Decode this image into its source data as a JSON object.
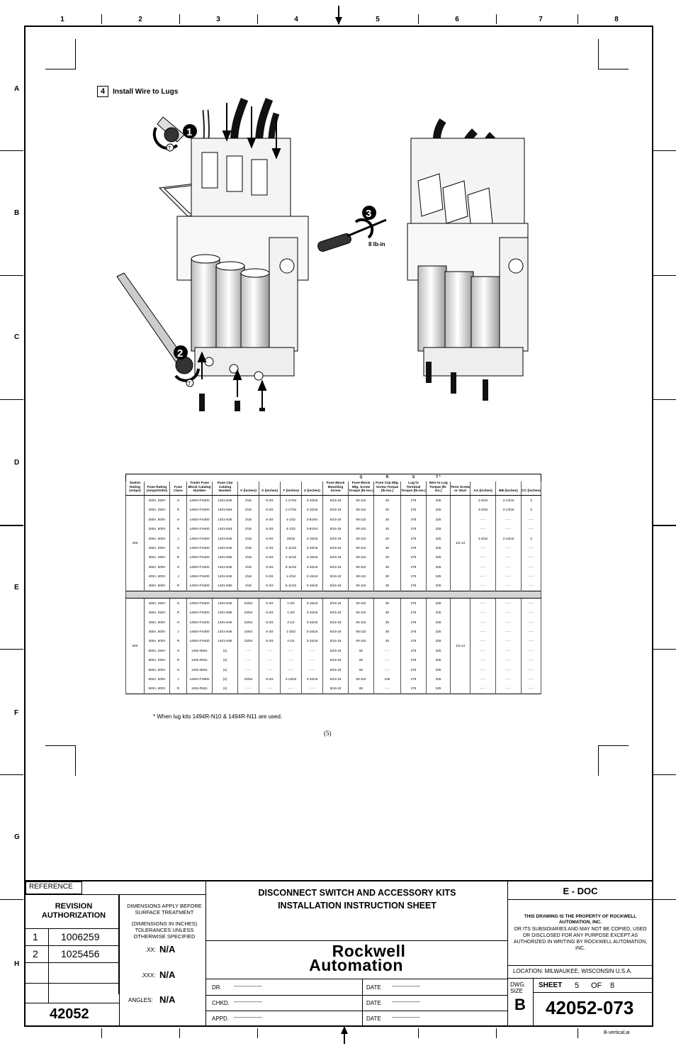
{
  "grid": {
    "columns": [
      "1",
      "2",
      "3",
      "4",
      "5",
      "6",
      "7",
      "8"
    ],
    "rows": [
      "A",
      "B",
      "C",
      "D",
      "E",
      "F",
      "G",
      "H"
    ]
  },
  "step": {
    "number": "4",
    "title": "Install Wire to Lugs",
    "callouts": [
      "1",
      "2",
      "3"
    ],
    "torque_label": "8 lb-in",
    "tool_marker": "T"
  },
  "table": {
    "letter_row": [
      "",
      "",
      "",
      "",
      "",
      "",
      "",
      "",
      "",
      "",
      "Q",
      "R",
      "S",
      "T *",
      "",
      "",
      "",
      ""
    ],
    "headers": [
      "Switch Rating (Amps)",
      "Fuse Rating (Amps/Volts)",
      "Fuse Class",
      "Trailer Fuse Block Catalog Number",
      "Fuse Clip Catalog Number",
      "V (inches)",
      "X (inches)",
      "Y (inches)",
      "Z (inches)",
      "Fuse Block Mounting Screw",
      "Fuse Block Mtg. Screw Torque (lb-ins.)",
      "Fuse Clip Mtg. Screw Torque (lb-ins.)",
      "Lug to Terminal Torque (lb-ins.)",
      "Wire to Lug Torque (lb-ins.)",
      "Term Screw or Stud",
      "AA (inches)",
      "BB (inches)",
      "CC (inches)"
    ],
    "group1": {
      "switch_rating": "400",
      "term_screw": "1/2-13",
      "rows": [
        [
          "200A, 250V",
          "H",
          "1494V-FS400",
          "1401-N45",
          "3/16",
          "6-3/4",
          "1-17/32",
          "3-15/16",
          "5/16-18",
          "90-110",
          "20",
          "275",
          "325",
          "3-3/16",
          "2-13/16",
          "3"
        ],
        [
          "200A, 250V",
          "R",
          "1494V-FS400",
          "1401-N54",
          "3/16",
          "6-3/4",
          "1-17/32",
          "3-15/16",
          "5/16-18",
          "90-110",
          "20",
          "275",
          "325",
          "3-3/16",
          "2-13/16",
          "3"
        ],
        [
          "200A, 600V",
          "H",
          "1494V-FS400",
          "1401-N45",
          "3/16",
          "6-3/4",
          "4-1/32",
          "3-61/64",
          "5/16-18",
          "90-110",
          "20",
          "275",
          "325",
          "- - -",
          "- - -",
          "- - -"
        ],
        [
          "200A, 600V",
          "R",
          "1494V-FS400",
          "1401-N54",
          "3/16",
          "6-3/4",
          "4-1/32",
          "3-61/64",
          "5/16-18",
          "90-110",
          "20",
          "275",
          "325",
          "- - -",
          "- - -",
          "- - -"
        ],
        [
          "200A, 600V",
          "J",
          "1494V-FS400",
          "1401-N45",
          "3/16",
          "6-3/4",
          "29/32",
          "3-15/16",
          "5/16-18",
          "90-110",
          "20",
          "275",
          "325",
          "3-3/16",
          "2-13/16",
          "3"
        ],
        [
          "400A, 250V",
          "H",
          "1494V-FS400",
          "1401-N46",
          "3/16",
          "6-3/4",
          "2-11/16",
          "3-15/16",
          "5/16-18",
          "90-110",
          "30",
          "275",
          "325",
          "- - -",
          "- - -",
          "- - -"
        ],
        [
          "400A, 250V",
          "R",
          "1494V-FS400",
          "1401-N55",
          "3/16",
          "6-3/4",
          "2-11/16",
          "3-15/16",
          "5/16-18",
          "90-110",
          "30",
          "275",
          "325",
          "- - -",
          "- - -",
          "- - -"
        ],
        [
          "400A, 600V",
          "H",
          "1494V-FS400",
          "1401-N46",
          "3/16",
          "6-3/4",
          "5-11/16",
          "3-15/16",
          "5/16-18",
          "90-110",
          "30",
          "275",
          "325",
          "- - -",
          "- - -",
          "- - -"
        ],
        [
          "400A, 600V",
          "J",
          "1494V-FS400",
          "1401-N46",
          "3/16",
          "6-3/4",
          "1-3/16",
          "3-15/16",
          "5/16-18",
          "90-110",
          "30",
          "275",
          "325",
          "- - -",
          "- - -",
          "- - -"
        ],
        [
          "400A, 600V",
          "R",
          "1494V-FS400",
          "1401-N55",
          "3/16",
          "6-3/4",
          "5-11/16",
          "3-15/16",
          "5/16-18",
          "90-110",
          "30",
          "275",
          "325",
          "- - -",
          "- - -",
          "- - -"
        ]
      ]
    },
    "group2": {
      "switch_rating": "600",
      "term_screw": "1/2-13",
      "rows": [
        [
          "400A, 250V",
          "H",
          "1494V-FS400",
          "1401-N46",
          "23/64",
          "6-3/4",
          "1-3/4",
          "3-15/16",
          "5/16-18",
          "90-110",
          "30",
          "275",
          "325",
          "- - -",
          "- - -",
          "- - -"
        ],
        [
          "400A, 250V",
          "R",
          "1494V-FS400",
          "1401-N55",
          "23/64",
          "6-3/4",
          "1-3/4",
          "3-15/16",
          "5/16-18",
          "90-110",
          "30",
          "275",
          "325",
          "- - -",
          "- - -",
          "- - -"
        ],
        [
          "400A, 600V",
          "H",
          "1494V-FS400",
          "1401-N46",
          "23/64",
          "6-3/4",
          "4-1/4",
          "3-15/16",
          "5/16-18",
          "90-110",
          "30",
          "275",
          "325",
          "- - -",
          "- - -",
          "- - -"
        ],
        [
          "400A, 600V",
          "J",
          "1494V-FS400",
          "1401-N46",
          "23/64",
          "6-3/4",
          "1-3/32",
          "3-15/16",
          "5/16-18",
          "90-110",
          "30",
          "275",
          "325",
          "- - -",
          "- - -",
          "- - -"
        ],
        [
          "400A, 600V",
          "R",
          "1494V-FS400",
          "1401-N55",
          "23/64",
          "6-3/4",
          "4-1/4",
          "3-15/16",
          "5/16-18",
          "90-110",
          "30",
          "275",
          "325",
          "- - -",
          "- - -",
          "- - -"
        ],
        [
          "600A, 250V",
          "H",
          "1491-N621",
          "(1)",
          "- - -",
          "- - -",
          "- - -",
          "- - -",
          "5/16-18",
          "60",
          "- - -",
          "275",
          "325",
          "- - -",
          "- - -",
          "- - -"
        ],
        [
          "600A, 250V",
          "R",
          "1491-R621",
          "(1)",
          "- - -",
          "- - -",
          "- - -",
          "- - -",
          "5/16-18",
          "60",
          "- - -",
          "275",
          "325",
          "- - -",
          "- - -",
          "- - -"
        ],
        [
          "600A, 600V",
          "H",
          "1491-N621",
          "(1)",
          "- - -",
          "- - -",
          "- - -",
          "- - -",
          "5/16-18",
          "60",
          "- - -",
          "275",
          "325",
          "- - -",
          "- - -",
          "- - -"
        ],
        [
          "600A, 600V",
          "J",
          "1494V-FS600",
          "(2)",
          "23/64",
          "6-3/4",
          "4-13/32",
          "3-15/16",
          "5/16-18",
          "90-110",
          "225",
          "275",
          "325",
          "- - -",
          "- - -",
          "- - -"
        ],
        [
          "600A, 600V",
          "R",
          "1491-R621",
          "(1)",
          "- - -",
          "- - -",
          "- - -",
          "- - -",
          "5/16-18",
          "60",
          "- - -",
          "275",
          "325",
          "- - -",
          "- - -",
          "- - -"
        ]
      ]
    }
  },
  "footnote": "* When lug kits 1494R-N10 & 1494R-N11 are used.",
  "page_number": "(5)",
  "title_block": {
    "reference": "REFERENCE",
    "revision_authorization": "REVISION AUTHORIZATION",
    "revisions": [
      {
        "num": "1",
        "value": "1006259"
      },
      {
        "num": "2",
        "value": "1025456"
      }
    ],
    "drawing_base": "42052",
    "dims_note_1": "DIMENSIONS APPLY BEFORE SURFACE TREATMENT",
    "dims_note_2": "(DIMENSIONS IN INCHES) TOLERANCES UNLESS OTHERWISE SPECIFIED",
    "tol_xx_label": ".XX:",
    "tol_xx_value": "N/A",
    "tol_xxx_label": ".XXX:",
    "tol_xxx_value": "N/A",
    "angles_label": "ANGLES:",
    "angles_value": "N/A",
    "title_line1": "DISCONNECT SWITCH AND ACCESSORY KITS",
    "title_line2": "INSTALLATION INSTRUCTION SHEET",
    "company_line1": "Rockwell",
    "company_line2": "Automation",
    "dr_label": "DR.",
    "chkd_label": "CHKD.",
    "appd_label": "APPD.",
    "date_label": "DATE",
    "blank_line": "---------------",
    "doc_type": "E - DOC",
    "property_1": "THIS DRAWING IS THE PROPERTY OF ROCKWELL AUTOMATION, INC.",
    "property_2": "OR ITS SUBSIDIARIES AND MAY NOT BE COPIED, USED OR DISCLOSED FOR ANY PURPOSE EXCEPT AS AUTHORIZED IN WRITING BY ROCKWELL AUTOMATION, INC.",
    "location": "LOCATION:  MILWAUKEE,  WISCONSIN  U.S.A.",
    "dwg_size_label": "DWG. SIZE",
    "dwg_size": "B",
    "sheet_label": "SHEET",
    "sheet_num": "5",
    "of_label": "OF",
    "sheet_total": "8",
    "drawing_number": "42052-073",
    "file_name": "B-vertical.ai"
  }
}
